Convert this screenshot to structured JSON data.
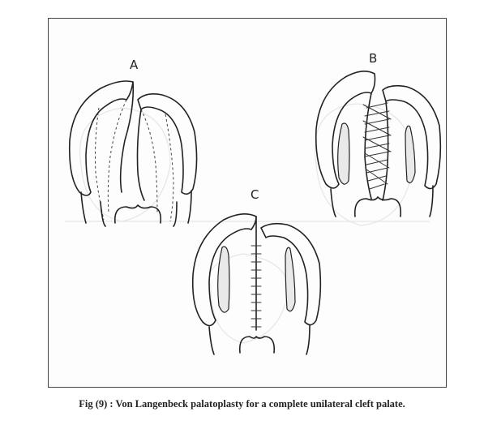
{
  "figure": {
    "labels": {
      "a": "A",
      "b": "B",
      "c": "C"
    },
    "caption": "Fig (9) : Von Langenbeck palatoplasty for a complete unilateral cleft palate."
  }
}
